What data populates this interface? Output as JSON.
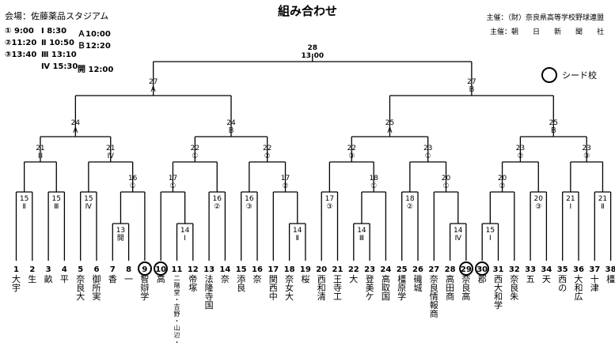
{
  "title": "組み合わせ",
  "venue": "会場：佐藤薬品スタジアム",
  "schedule": [
    [
      "① 9:00",
      "Ⅰ 8:30",
      "Ａ10:00"
    ],
    [
      "②11:20",
      "Ⅱ 10:50",
      "Ｂ12:20"
    ],
    [
      "③13:40",
      "Ⅲ 13:10",
      ""
    ],
    [
      "",
      "Ⅳ 15:30",
      "開 12:00"
    ]
  ],
  "organizers": [
    "主催：（財）奈良県高等学校野球連盟",
    "主催：朝　　日　　新　　聞　　社"
  ],
  "legend": {
    "label": "シード校",
    "icon": "circle-icon"
  },
  "teams": [
    {
      "no": "1",
      "name": "大宇"
    },
    {
      "no": "2",
      "name": "生"
    },
    {
      "no": "3",
      "name": "畝"
    },
    {
      "no": "4",
      "name": "平"
    },
    {
      "no": "5",
      "name": "奈良大"
    },
    {
      "no": "6",
      "name": "御所実"
    },
    {
      "no": "7",
      "name": "香"
    },
    {
      "no": "8",
      "name": "一"
    },
    {
      "no": "9",
      "name": "智辯学",
      "seed": true
    },
    {
      "no": "10",
      "name": "高",
      "seed": true
    },
    {
      "no": "11",
      "name": "二階堂・吉野・山辺・"
    },
    {
      "no": "12",
      "name": "帝塚"
    },
    {
      "no": "13",
      "name": "法隆寺国"
    },
    {
      "no": "14",
      "name": "奈"
    },
    {
      "no": "15",
      "name": "添良"
    },
    {
      "no": "16",
      "name": "奈"
    },
    {
      "no": "17",
      "name": "関西中"
    },
    {
      "no": "18",
      "name": "奈女大"
    },
    {
      "no": "19",
      "name": "桜"
    },
    {
      "no": "20",
      "name": "西和清"
    },
    {
      "no": "21",
      "name": "王寺工"
    },
    {
      "no": "22",
      "name": "大"
    },
    {
      "no": "23",
      "name": "登美ケ"
    },
    {
      "no": "24",
      "name": "高取国"
    },
    {
      "no": "25",
      "name": "橿原学"
    },
    {
      "no": "26",
      "name": "磯城"
    },
    {
      "no": "27",
      "name": "奈良情報商"
    },
    {
      "no": "28",
      "name": "高田商"
    },
    {
      "no": "29",
      "name": "奈良高",
      "seed": true
    },
    {
      "no": "30",
      "name": "郡",
      "seed": true
    },
    {
      "no": "31",
      "name": "西大和学"
    },
    {
      "no": "32",
      "name": "奈良朱"
    },
    {
      "no": "33",
      "name": "五"
    },
    {
      "no": "34",
      "name": "天"
    },
    {
      "no": "35",
      "name": "西の"
    },
    {
      "no": "36",
      "name": "大和広"
    },
    {
      "no": "37",
      "name": "十津"
    },
    {
      "no": "38",
      "name": "橿"
    }
  ],
  "matches": [
    {
      "id": "1",
      "day": "15",
      "slot": "Ⅱ"
    },
    {
      "id": "2",
      "day": "15",
      "slot": "Ⅲ"
    },
    {
      "id": "3",
      "day": "15",
      "slot": "Ⅳ"
    },
    {
      "id": "4",
      "day": "13",
      "slot": "開"
    },
    {
      "id": "5",
      "day": "16",
      "slot": "①"
    },
    {
      "id": "6",
      "day": "21",
      "slot": "Ⅲ"
    },
    {
      "id": "7",
      "day": "21",
      "slot": "Ⅳ"
    },
    {
      "id": "8",
      "day": "14",
      "slot": "Ⅰ"
    },
    {
      "id": "9",
      "day": "17",
      "slot": "①"
    },
    {
      "id": "10",
      "day": "16",
      "slot": "②"
    },
    {
      "id": "11",
      "day": "16",
      "slot": "③"
    },
    {
      "id": "12",
      "day": "14",
      "slot": "Ⅱ"
    },
    {
      "id": "13",
      "day": "17",
      "slot": "②"
    },
    {
      "id": "14",
      "day": "22",
      "slot": "①"
    },
    {
      "id": "15",
      "day": "22",
      "slot": "②"
    },
    {
      "id": "16",
      "day": "24",
      "slot": "Ａ"
    },
    {
      "id": "17",
      "day": "24",
      "slot": "Ｂ"
    },
    {
      "id": "18",
      "day": "17",
      "slot": "③"
    },
    {
      "id": "19",
      "day": "14",
      "slot": "Ⅲ"
    },
    {
      "id": "20",
      "day": "18",
      "slot": "①"
    },
    {
      "id": "21",
      "day": "18",
      "slot": "②"
    },
    {
      "id": "22",
      "day": "14",
      "slot": "Ⅳ"
    },
    {
      "id": "23",
      "day": "20",
      "slot": "①"
    },
    {
      "id": "24",
      "day": "22",
      "slot": "③"
    },
    {
      "id": "25",
      "day": "23",
      "slot": "①"
    },
    {
      "id": "26",
      "day": "15",
      "slot": "Ⅰ"
    },
    {
      "id": "27",
      "day": "20",
      "slot": "②"
    },
    {
      "id": "28",
      "day": "20",
      "slot": "③"
    },
    {
      "id": "29",
      "day": "21",
      "slot": "Ⅰ"
    },
    {
      "id": "30",
      "day": "21",
      "slot": "Ⅱ"
    },
    {
      "id": "31",
      "day": "23",
      "slot": "②"
    },
    {
      "id": "32",
      "day": "23",
      "slot": "③"
    },
    {
      "id": "33",
      "day": "25",
      "slot": "Ａ"
    },
    {
      "id": "34",
      "day": "25",
      "slot": "Ｂ"
    },
    {
      "id": "35",
      "day": "27",
      "slot": "Ａ"
    },
    {
      "id": "36",
      "day": "27",
      "slot": "Ｂ"
    },
    {
      "id": "37",
      "day": "28",
      "slot": "13:00"
    }
  ]
}
